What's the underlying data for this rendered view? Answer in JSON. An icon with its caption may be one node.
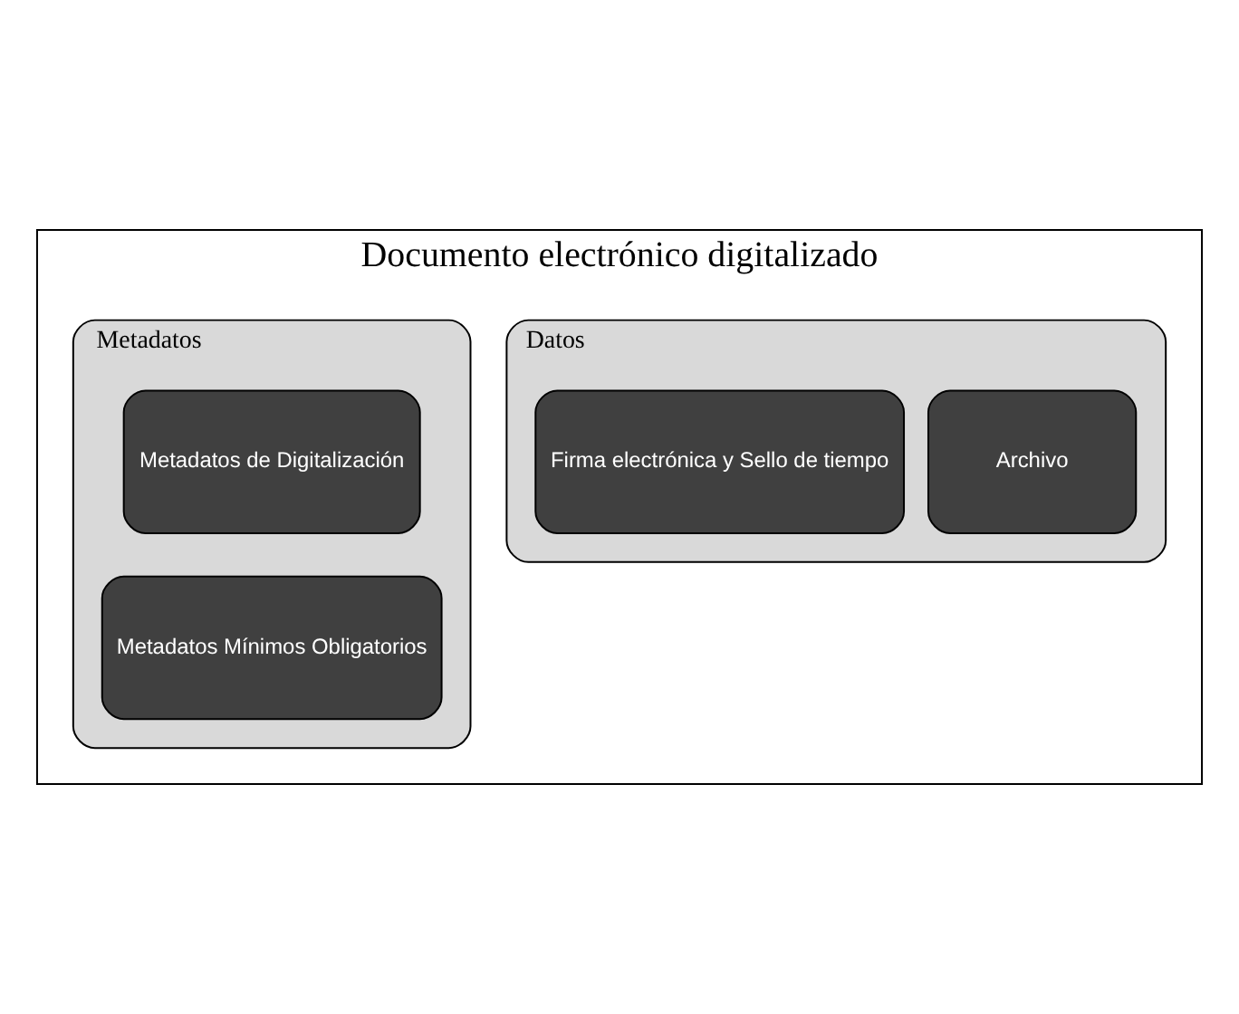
{
  "diagram": {
    "nodes": [
      {
        "text": [
          "Documento electrónico digitalizado"
        ]
      },
      {
        "text": [
          "Datos"
        ],
        "in": 0
      },
      {
        "text": [
          "Archivo"
        ],
        "in": 1
      },
      {
        "text": [
          "Firma electrónica y Sello de tiempo"
        ],
        "in": 1
      },
      {
        "text": [
          "Metadatos"
        ],
        "in": 0
      },
      {
        "text": [
          "Metadatos Mínimos Obligatorios"
        ],
        "in": 4
      },
      {
        "text": [
          "Metadatos de Digitalización"
        ],
        "in": 4
      }
    ]
  }
}
